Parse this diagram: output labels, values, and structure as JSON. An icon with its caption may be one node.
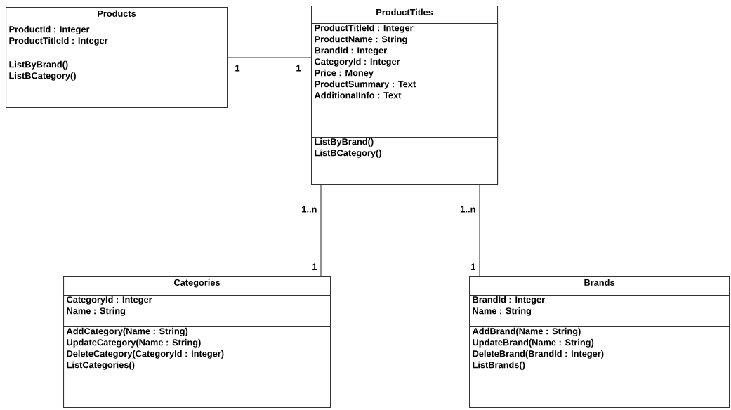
{
  "diagram": {
    "nodes": [
      {
        "text": [
          "Products"
        ]
      },
      {
        "text": [
          "ProductId : Integer",
          "ProductTitleId : Integer"
        ],
        "in": 0
      },
      {
        "text": [
          "ListByBrand()",
          "ListBCategory()"
        ],
        "in": 0
      },
      {
        "text": [
          "ProductTitles"
        ]
      },
      {
        "text": [
          "ProductTitleId : Integer",
          "ProductName : String",
          "BrandId : Integer",
          "CategoryId : Integer",
          "Price : Money",
          "ProductSummary : Text",
          "AdditionalInfo : Text"
        ],
        "in": 3
      },
      {
        "text": [
          "ListByBrand()",
          "ListBCategory()"
        ],
        "in": 3
      },
      {
        "text": [
          "Categories"
        ]
      },
      {
        "text": [
          "CategoryId : Integer",
          "Name : String"
        ],
        "in": 6
      },
      {
        "text": [
          "AddCategory(Name : String)",
          "UpdateCategory(Name : String)",
          "DeleteCategory(CategoryId : Integer)",
          "ListCategories()"
        ],
        "in": 6
      },
      {
        "text": [
          "Brands"
        ]
      },
      {
        "text": [
          "BrandId : Integer",
          "Name : String"
        ],
        "in": 9
      },
      {
        "text": [
          "AddBrand(Name : String)",
          "UpdateBrand(Name : String)",
          "DeleteBrand(BrandId : Integer)",
          "ListBrands()"
        ],
        "in": 9
      }
    ],
    "edges": [
      {
        "from": 0,
        "to": 3,
        "arrow": "none"
      },
      {
        "from": 3,
        "to": 6,
        "arrow": "none"
      },
      {
        "from": 3,
        "to": 9,
        "arrow": "none"
      }
    ],
    "labels": [
      "1",
      "1",
      "1..n",
      "1",
      "1..n",
      "1"
    ]
  }
}
